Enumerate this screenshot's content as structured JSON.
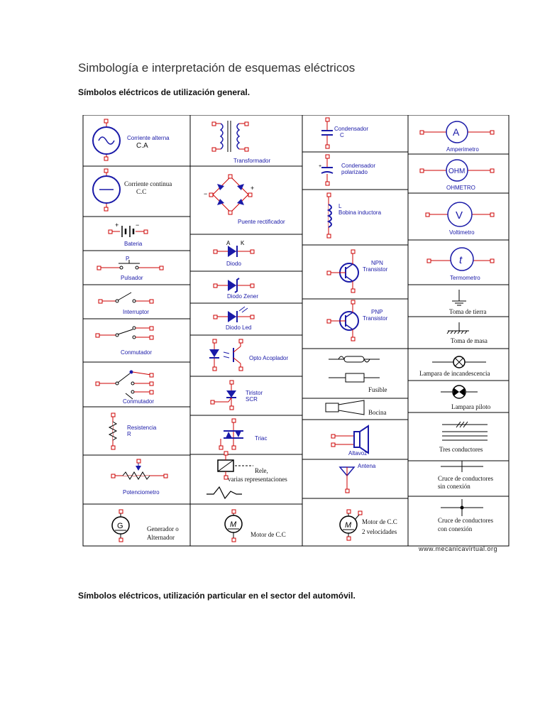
{
  "page": {
    "title": "Simbología e interpretación de esquemas eléctricos",
    "section1": "Símbolos eléctricos de utilización general.",
    "section2": "Símbolos eléctricos, utilización particular en el sector del automóvil.",
    "footer": "www.mecanicavirtual.org"
  },
  "symbols": {
    "col1": {
      "ca": {
        "name": "Corriente alterna",
        "abbr": "C.A"
      },
      "cc": {
        "name": "Corriente continua",
        "abbr": "C.C"
      },
      "bateria": {
        "name": "Bateria",
        "plus": "+",
        "minus": "−"
      },
      "pulsador": {
        "name": "Pulsador",
        "tag": "P"
      },
      "interruptor": {
        "name": "Interruptor"
      },
      "conmutador1": {
        "name": "Conmutador"
      },
      "conmutador2": {
        "name": "Conmutador"
      },
      "resistencia": {
        "name": "Resistencia",
        "abbr": "R"
      },
      "potenciometro": {
        "name": "Potenciometro"
      },
      "generador": {
        "name1": "Generador o",
        "name2": "Alternador",
        "letter": "G"
      }
    },
    "col2": {
      "transformador": {
        "name": "Transformador"
      },
      "puente": {
        "name": "Puente rectificador",
        "plus": "+",
        "minus": "−"
      },
      "diodo": {
        "name": "Diodo",
        "a": "A",
        "k": "K"
      },
      "zener": {
        "name": "Diodo Zener"
      },
      "led": {
        "name": "Diodo Led"
      },
      "opto": {
        "name": "Opto Acoplador"
      },
      "tiristor": {
        "name1": "Tiristor",
        "name2": "SCR"
      },
      "triac": {
        "name": "Triac"
      },
      "rele": {
        "name1": "Rele,",
        "name2": "varias representaciones"
      },
      "motor": {
        "name": "Motor de C.C",
        "letter": "M"
      }
    },
    "col3": {
      "condensador": {
        "name": "Condensador",
        "abbr": "C"
      },
      "condpol": {
        "name1": "Condensador",
        "name2": "polarizado"
      },
      "bobina": {
        "tag": "L",
        "name": "Bobina inductora"
      },
      "npn": {
        "name1": "NPN",
        "name2": "Transistor"
      },
      "pnp": {
        "name1": "PNP",
        "name2": "Transistor"
      },
      "fusible": {
        "name": "Fusible"
      },
      "bocina": {
        "name": "Bocina"
      },
      "altavoz": {
        "name": "Altavoz"
      },
      "antena": {
        "name": "Antena"
      },
      "motor2v": {
        "name1": "Motor de C.C",
        "name2": "2 velocidades",
        "letter": "M"
      }
    },
    "col4": {
      "amperimetro": {
        "name": "Amperimetro",
        "letter": "A"
      },
      "ohmetro": {
        "name": "OHMETRO",
        "letter": "OHM"
      },
      "voltimetro": {
        "name": "Voltimetro",
        "letter": "V"
      },
      "termometro": {
        "name": "Termometro",
        "letter": "t"
      },
      "tierra": {
        "name": "Toma de tierra"
      },
      "masa": {
        "name": "Toma de masa"
      },
      "lampara": {
        "name": "Lampara de incandescencia"
      },
      "piloto": {
        "name": "Lampara piloto"
      },
      "tres": {
        "name": "Tres conductores"
      },
      "cruce1": {
        "name1": "Cruce de conductores",
        "name2": "sin conexión"
      },
      "cruce2": {
        "name1": "Cruce de conductores",
        "name2": "con conexión"
      }
    }
  }
}
